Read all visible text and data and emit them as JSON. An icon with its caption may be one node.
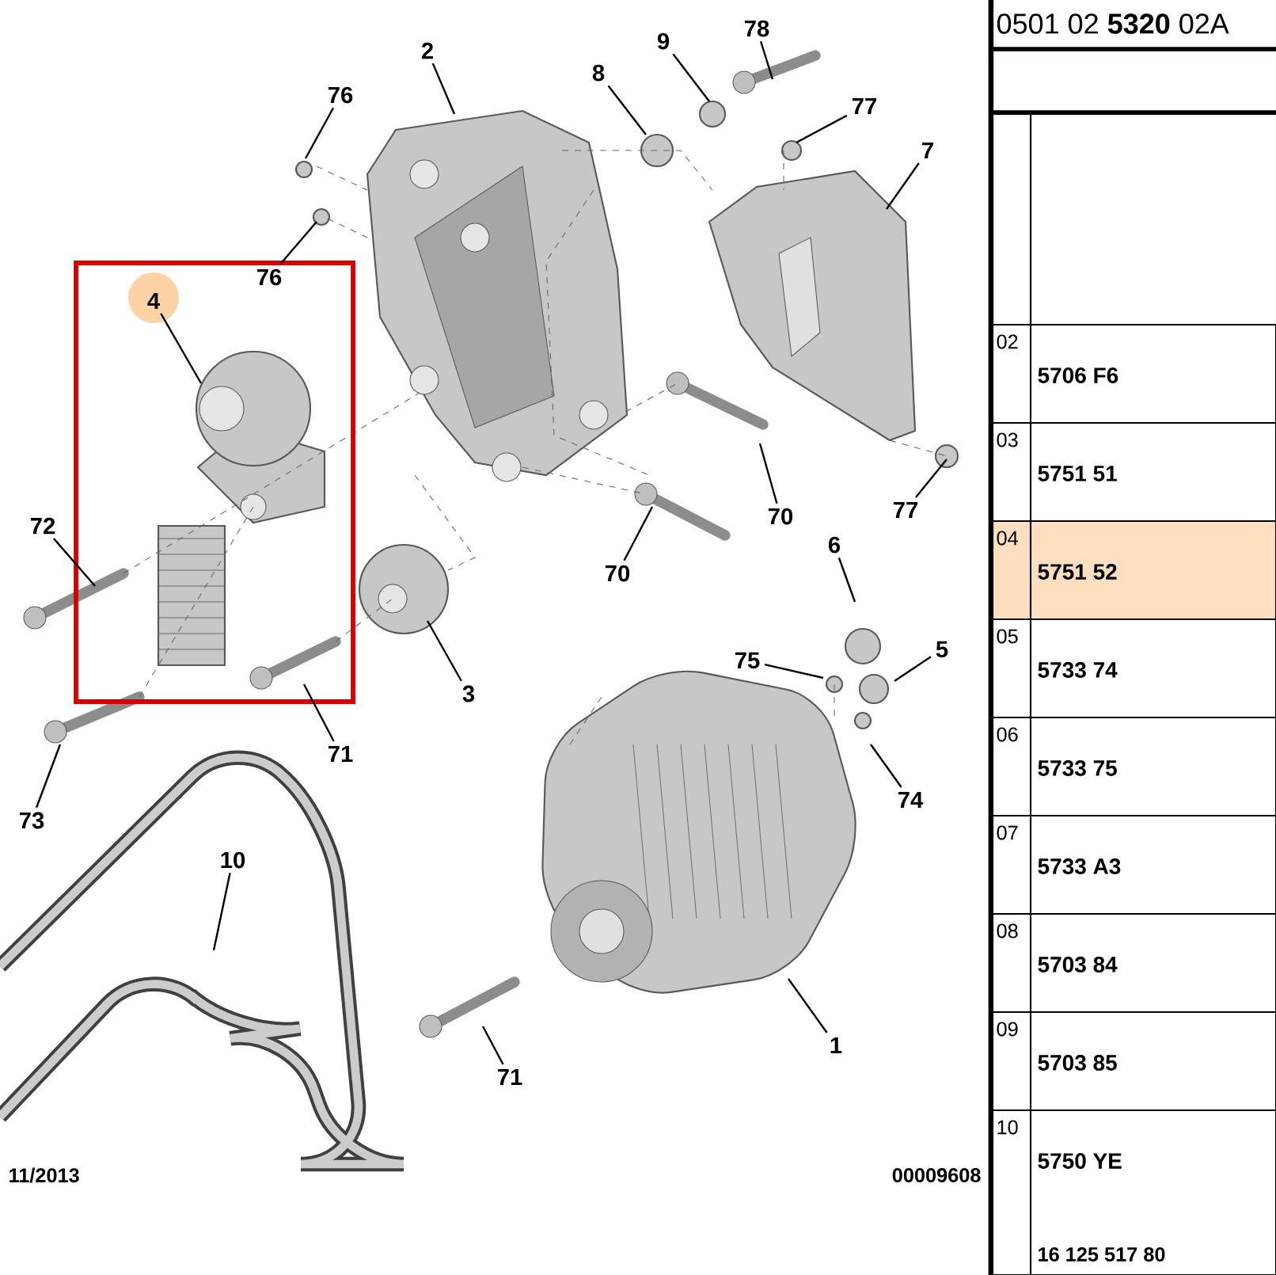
{
  "diagram": {
    "title": "0501 02 **5320** 02A",
    "nodes": [
      {
        "text": [
          "76"
        ]
      },
      {
        "text": [
          "76"
        ]
      },
      {
        "text": [
          "4"
        ]
      },
      {
        "text": [
          "2"
        ]
      },
      {
        "text": [
          "8"
        ]
      },
      {
        "text": [
          "9"
        ]
      },
      {
        "text": [
          "78"
        ]
      },
      {
        "text": [
          "77"
        ]
      },
      {
        "text": [
          "7"
        ]
      },
      {
        "text": [
          "72"
        ]
      },
      {
        "text": [
          "70"
        ]
      },
      {
        "text": [
          "70"
        ]
      },
      {
        "text": [
          "77"
        ]
      },
      {
        "text": [
          "6"
        ]
      },
      {
        "text": [
          "75"
        ]
      },
      {
        "text": [
          "5"
        ]
      },
      {
        "text": [
          "74"
        ]
      },
      {
        "text": [
          "3"
        ]
      },
      {
        "text": [
          "71"
        ]
      },
      {
        "text": [
          "73"
        ]
      },
      {
        "text": [
          "10"
        ]
      },
      {
        "text": [
          "1"
        ]
      },
      {
        "text": [
          "71"
        ]
      }
    ],
    "edges": [
      {
        "from": 0,
        "to": null,
        "arrow": "none"
      },
      {
        "from": 1,
        "to": null,
        "arrow": "none"
      },
      {
        "from": 2,
        "to": null,
        "arrow": "none"
      },
      {
        "from": 3,
        "to": null,
        "arrow": "none"
      },
      {
        "from": 4,
        "to": null,
        "arrow": "none"
      },
      {
        "from": 5,
        "to": null,
        "arrow": "none"
      },
      {
        "from": 6,
        "to": null,
        "arrow": "none"
      },
      {
        "from": 7,
        "to": null,
        "arrow": "none"
      },
      {
        "from": 8,
        "to": null,
        "arrow": "none"
      },
      {
        "from": 9,
        "to": null,
        "arrow": "none"
      },
      {
        "from": 10,
        "to": null,
        "arrow": "none"
      },
      {
        "from": 11,
        "to": null,
        "arrow": "none"
      },
      {
        "from": 12,
        "to": null,
        "arrow": "none"
      },
      {
        "from": 13,
        "to": null,
        "arrow": "none"
      },
      {
        "from": 14,
        "to": null,
        "arrow": "none"
      },
      {
        "from": 15,
        "to": null,
        "arrow": "none"
      },
      {
        "from": 16,
        "to": null,
        "arrow": "none"
      },
      {
        "from": 17,
        "to": null,
        "arrow": "none"
      },
      {
        "from": 18,
        "to": null,
        "arrow": "none"
      },
      {
        "from": 19,
        "to": null,
        "arrow": "none"
      },
      {
        "from": 20,
        "to": null,
        "arrow": "none"
      },
      {
        "from": 21,
        "to": null,
        "arrow": "none"
      },
      {
        "from": 22,
        "to": null,
        "arrow": "none"
      }
    ],
    "labels": [
      "02",
      "5706 F6",
      "03",
      "5751 51",
      "04",
      "5751 52",
      "05",
      "5733 74",
      "06",
      "5733 75",
      "07",
      "5733 A3",
      "08",
      "5703 84",
      "09",
      "5703 85",
      "10",
      "5750 YE",
      "11/2013",
      "00009608",
      "16 125 517 80"
    ]
  }
}
